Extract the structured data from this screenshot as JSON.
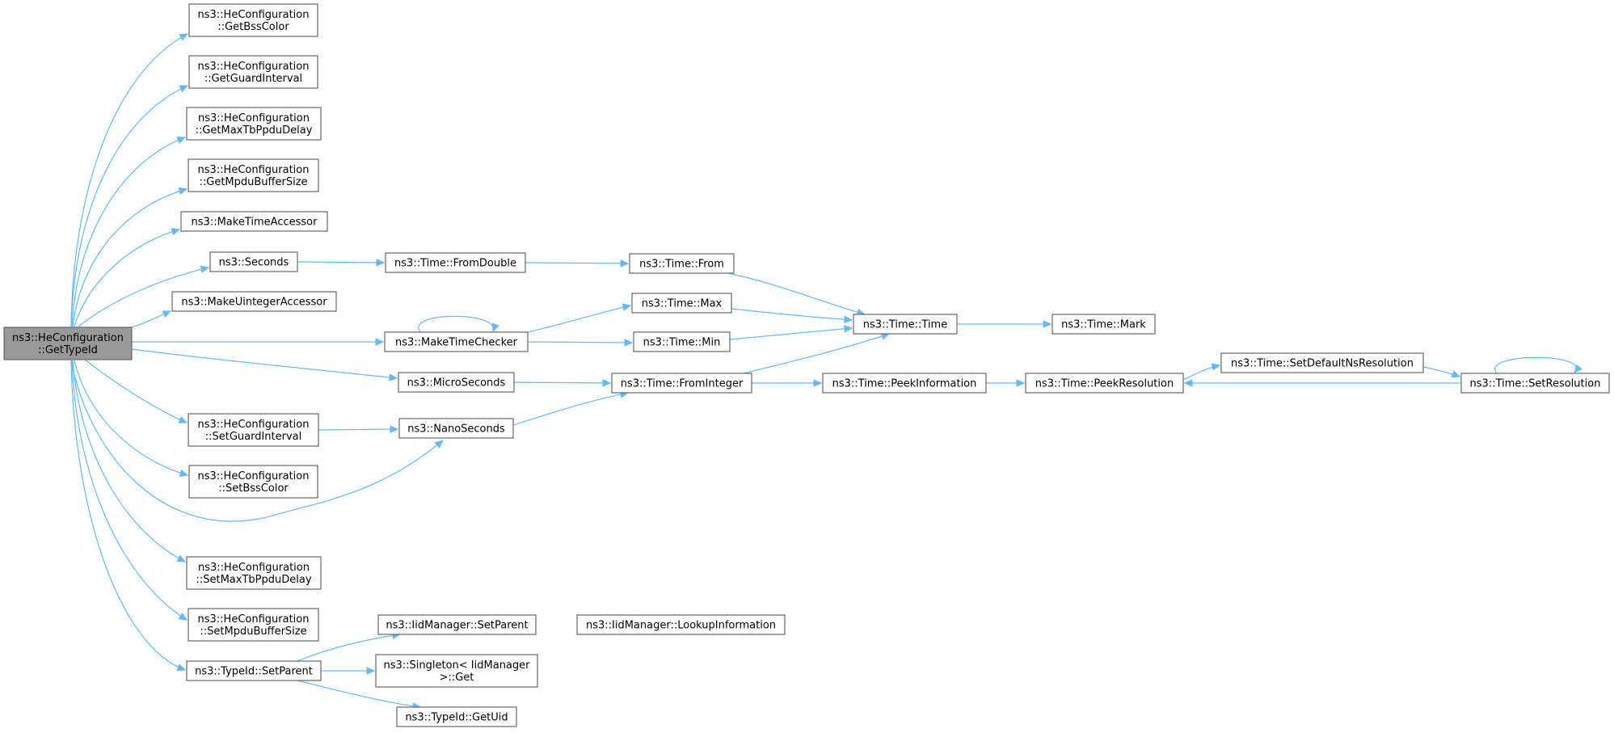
{
  "graph": {
    "nodes": [
      {
        "id": "root",
        "lines": [
          "ns3::HeConfiguration",
          "::GetTypeId"
        ]
      },
      {
        "id": "getBssColor",
        "lines": [
          "ns3::HeConfiguration",
          "::GetBssColor"
        ]
      },
      {
        "id": "getGuardInterval",
        "lines": [
          "ns3::HeConfiguration",
          "::GetGuardInterval"
        ]
      },
      {
        "id": "getMaxTbPpduDelay",
        "lines": [
          "ns3::HeConfiguration",
          "::GetMaxTbPpduDelay"
        ]
      },
      {
        "id": "getMpduBufferSize",
        "lines": [
          "ns3::HeConfiguration",
          "::GetMpduBufferSize"
        ]
      },
      {
        "id": "makeTimeAccessor",
        "lines": [
          "ns3::MakeTimeAccessor"
        ]
      },
      {
        "id": "seconds",
        "lines": [
          "ns3::Seconds"
        ]
      },
      {
        "id": "makeUintegerAccessor",
        "lines": [
          "ns3::MakeUintegerAccessor"
        ]
      },
      {
        "id": "makeTimeChecker",
        "lines": [
          "ns3::MakeTimeChecker"
        ]
      },
      {
        "id": "microSeconds",
        "lines": [
          "ns3::MicroSeconds"
        ]
      },
      {
        "id": "setGuardInterval",
        "lines": [
          "ns3::HeConfiguration",
          "::SetGuardInterval"
        ]
      },
      {
        "id": "nanoSeconds",
        "lines": [
          "ns3::NanoSeconds"
        ]
      },
      {
        "id": "setBssColor",
        "lines": [
          "ns3::HeConfiguration",
          "::SetBssColor"
        ]
      },
      {
        "id": "setMaxTbPpduDelay",
        "lines": [
          "ns3::HeConfiguration",
          "::SetMaxTbPpduDelay"
        ]
      },
      {
        "id": "setMpduBufferSize",
        "lines": [
          "ns3::HeConfiguration",
          "::SetMpduBufferSize"
        ]
      },
      {
        "id": "typeIdSetParent",
        "lines": [
          "ns3::TypeId::SetParent"
        ]
      },
      {
        "id": "fromDouble",
        "lines": [
          "ns3::Time::FromDouble"
        ]
      },
      {
        "id": "timeFrom",
        "lines": [
          "ns3::Time::From"
        ]
      },
      {
        "id": "timeMax",
        "lines": [
          "ns3::Time::Max"
        ]
      },
      {
        "id": "timeMin",
        "lines": [
          "ns3::Time::Min"
        ]
      },
      {
        "id": "timeTime",
        "lines": [
          "ns3::Time::Time"
        ]
      },
      {
        "id": "timeMark",
        "lines": [
          "ns3::Time::Mark"
        ]
      },
      {
        "id": "fromInteger",
        "lines": [
          "ns3::Time::FromInteger"
        ]
      },
      {
        "id": "peekInformation",
        "lines": [
          "ns3::Time::PeekInformation"
        ]
      },
      {
        "id": "peekResolution",
        "lines": [
          "ns3::Time::PeekResolution"
        ]
      },
      {
        "id": "setDefaultNsResolution",
        "lines": [
          "ns3::Time::SetDefaultNsResolution"
        ]
      },
      {
        "id": "setResolution",
        "lines": [
          "ns3::Time::SetResolution"
        ]
      },
      {
        "id": "iidSetParent",
        "lines": [
          "ns3::IidManager::SetParent"
        ]
      },
      {
        "id": "iidLookupInformation",
        "lines": [
          "ns3::IidManager::LookupInformation"
        ]
      },
      {
        "id": "singletonGet",
        "lines": [
          "ns3::Singleton< IidManager",
          ">::Get"
        ]
      },
      {
        "id": "typeIdGetUid",
        "lines": [
          "ns3::TypeId::GetUid"
        ]
      }
    ],
    "edges": [
      {
        "from": "root",
        "to": "getBssColor"
      },
      {
        "from": "root",
        "to": "getGuardInterval"
      },
      {
        "from": "root",
        "to": "getMaxTbPpduDelay"
      },
      {
        "from": "root",
        "to": "getMpduBufferSize"
      },
      {
        "from": "root",
        "to": "makeTimeAccessor"
      },
      {
        "from": "root",
        "to": "seconds"
      },
      {
        "from": "root",
        "to": "makeUintegerAccessor"
      },
      {
        "from": "root",
        "to": "makeTimeChecker"
      },
      {
        "from": "root",
        "to": "microSeconds"
      },
      {
        "from": "root",
        "to": "setGuardInterval"
      },
      {
        "from": "root",
        "to": "nanoSeconds"
      },
      {
        "from": "root",
        "to": "setBssColor"
      },
      {
        "from": "root",
        "to": "setMaxTbPpduDelay"
      },
      {
        "from": "root",
        "to": "setMpduBufferSize"
      },
      {
        "from": "root",
        "to": "typeIdSetParent"
      },
      {
        "from": "seconds",
        "to": "fromDouble"
      },
      {
        "from": "fromDouble",
        "to": "timeFrom"
      },
      {
        "from": "timeFrom",
        "to": "timeTime"
      },
      {
        "from": "makeTimeChecker",
        "to": "makeTimeChecker"
      },
      {
        "from": "makeTimeChecker",
        "to": "timeMax"
      },
      {
        "from": "makeTimeChecker",
        "to": "timeMin"
      },
      {
        "from": "timeMax",
        "to": "timeTime"
      },
      {
        "from": "timeMin",
        "to": "timeTime"
      },
      {
        "from": "timeTime",
        "to": "timeMark"
      },
      {
        "from": "microSeconds",
        "to": "fromInteger"
      },
      {
        "from": "nanoSeconds",
        "to": "fromInteger"
      },
      {
        "from": "setGuardInterval",
        "to": "nanoSeconds"
      },
      {
        "from": "fromInteger",
        "to": "timeTime"
      },
      {
        "from": "fromInteger",
        "to": "peekInformation"
      },
      {
        "from": "peekInformation",
        "to": "peekResolution"
      },
      {
        "from": "peekResolution",
        "to": "setDefaultNsResolution"
      },
      {
        "from": "setDefaultNsResolution",
        "to": "setResolution"
      },
      {
        "from": "setResolution",
        "to": "peekResolution"
      },
      {
        "from": "setResolution",
        "to": "setResolution"
      },
      {
        "from": "typeIdSetParent",
        "to": "iidSetParent"
      },
      {
        "from": "typeIdSetParent",
        "to": "singletonGet"
      },
      {
        "from": "typeIdSetParent",
        "to": "typeIdGetUid"
      },
      {
        "from": "iidSetParent",
        "to": "iidLookupInformation"
      }
    ],
    "colors": {
      "edge": "#63b8ff",
      "node_border": "#666666",
      "node_fill": "#ffffff",
      "root_fill": "#999999"
    }
  }
}
